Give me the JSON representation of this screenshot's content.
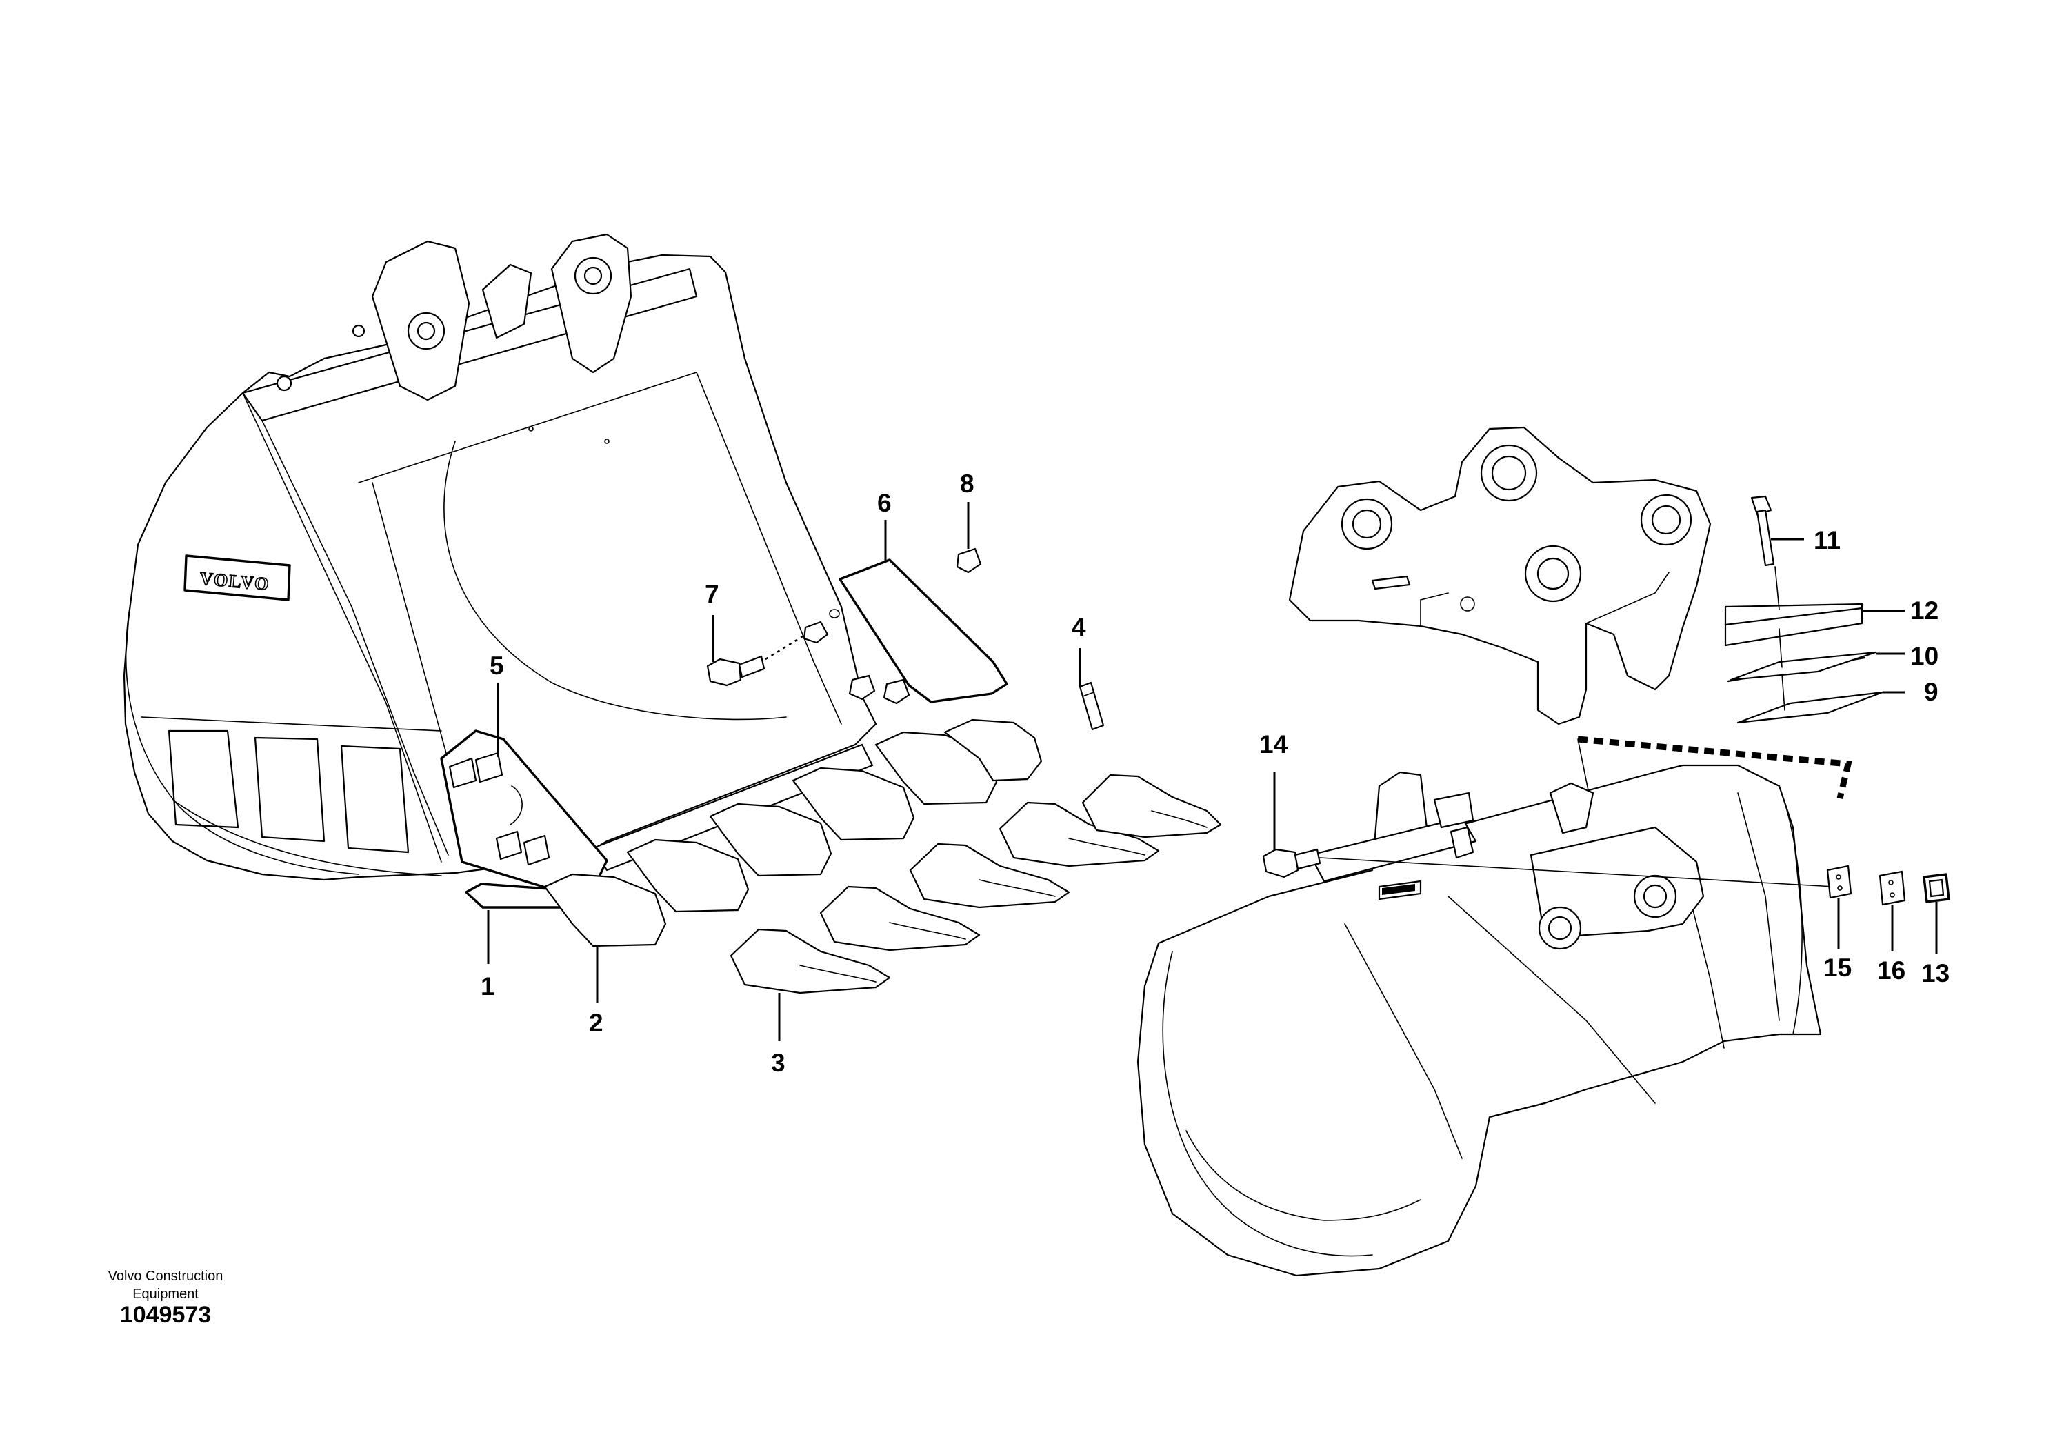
{
  "brand_logo": "VOLVO",
  "company": {
    "line1": "Volvo Construction",
    "line2": "Equipment"
  },
  "drawing_number": "1049573",
  "callouts": [
    "1",
    "2",
    "3",
    "4",
    "5",
    "6",
    "7",
    "8",
    "9",
    "10",
    "11",
    "12",
    "13",
    "14",
    "15",
    "16"
  ]
}
